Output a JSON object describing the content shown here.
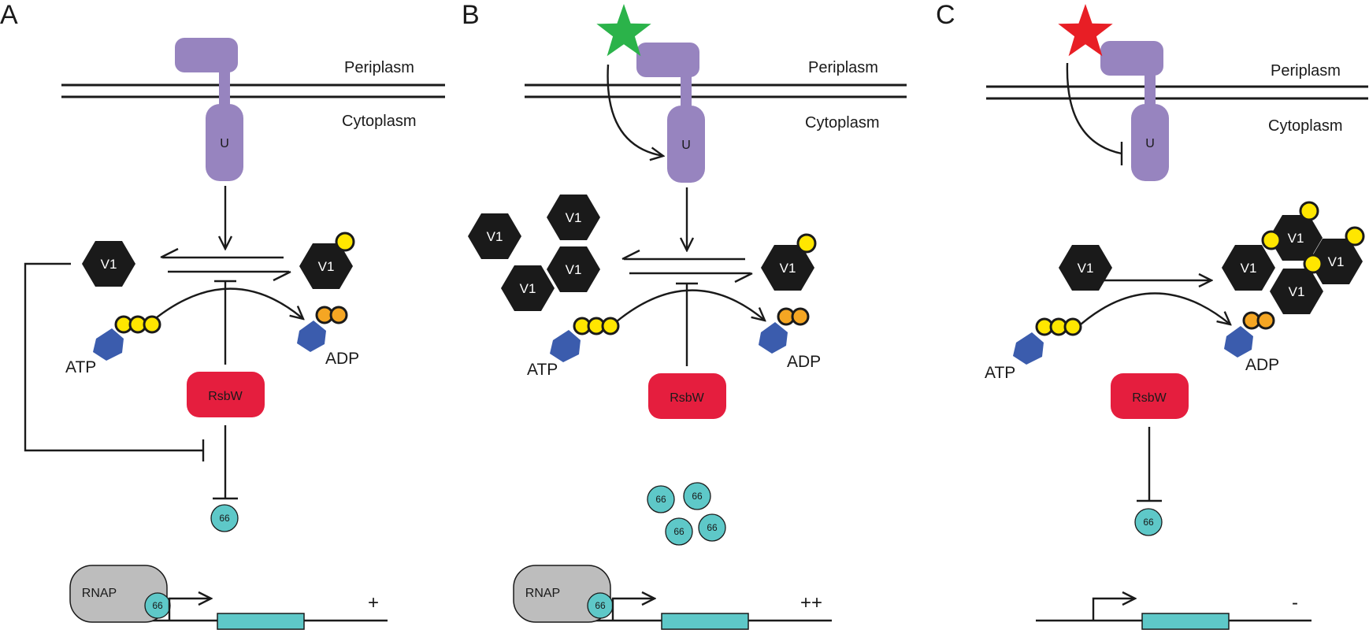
{
  "colors": {
    "receptor": "#9784bf",
    "rsbw": "#e51e3e",
    "phosphate_atp": "#ffe600",
    "phosphate_adp": "#f5a623",
    "adenosine": "#3b5cad",
    "sigma_factor": "#5ec8c8",
    "gene": "#5ec8c8",
    "rnap": "#bdbdbd",
    "activating_ligand_star": "#2bb34a",
    "inhibiting_ligand_star": "#e81e25",
    "v1_hexagon": "#1a1a1a"
  },
  "labels": {
    "periplasm": "Periplasm",
    "cytoplasm": "Cytoplasm",
    "receptor": "U",
    "v1": "V1",
    "atp": "ATP",
    "adp": "ADP",
    "rsbw": "RsbW",
    "sigma": "66",
    "rnap": "RNAP"
  },
  "panels": [
    {
      "id": "A",
      "label": "A",
      "ligand": "none",
      "expression_level": "+",
      "v1_unphosphorylated_count": 1,
      "v1_phosphorylated_count": 1,
      "free_sigma_count": 1,
      "rnap_bound": true,
      "feedback_inhibition": true
    },
    {
      "id": "B",
      "label": "B",
      "ligand": "activating-star",
      "ligand_icon": "green-star-icon",
      "expression_level": "++",
      "v1_unphosphorylated_count": 4,
      "v1_phosphorylated_count": 1,
      "free_sigma_count": 4,
      "rnap_bound": true,
      "feedback_inhibition": false
    },
    {
      "id": "C",
      "label": "C",
      "ligand": "inhibiting-star",
      "ligand_icon": "red-star-icon",
      "expression_level": "-",
      "v1_unphosphorylated_count": 1,
      "v1_phosphorylated_count": 4,
      "free_sigma_count": 1,
      "rnap_bound": false,
      "feedback_inhibition": false
    }
  ]
}
